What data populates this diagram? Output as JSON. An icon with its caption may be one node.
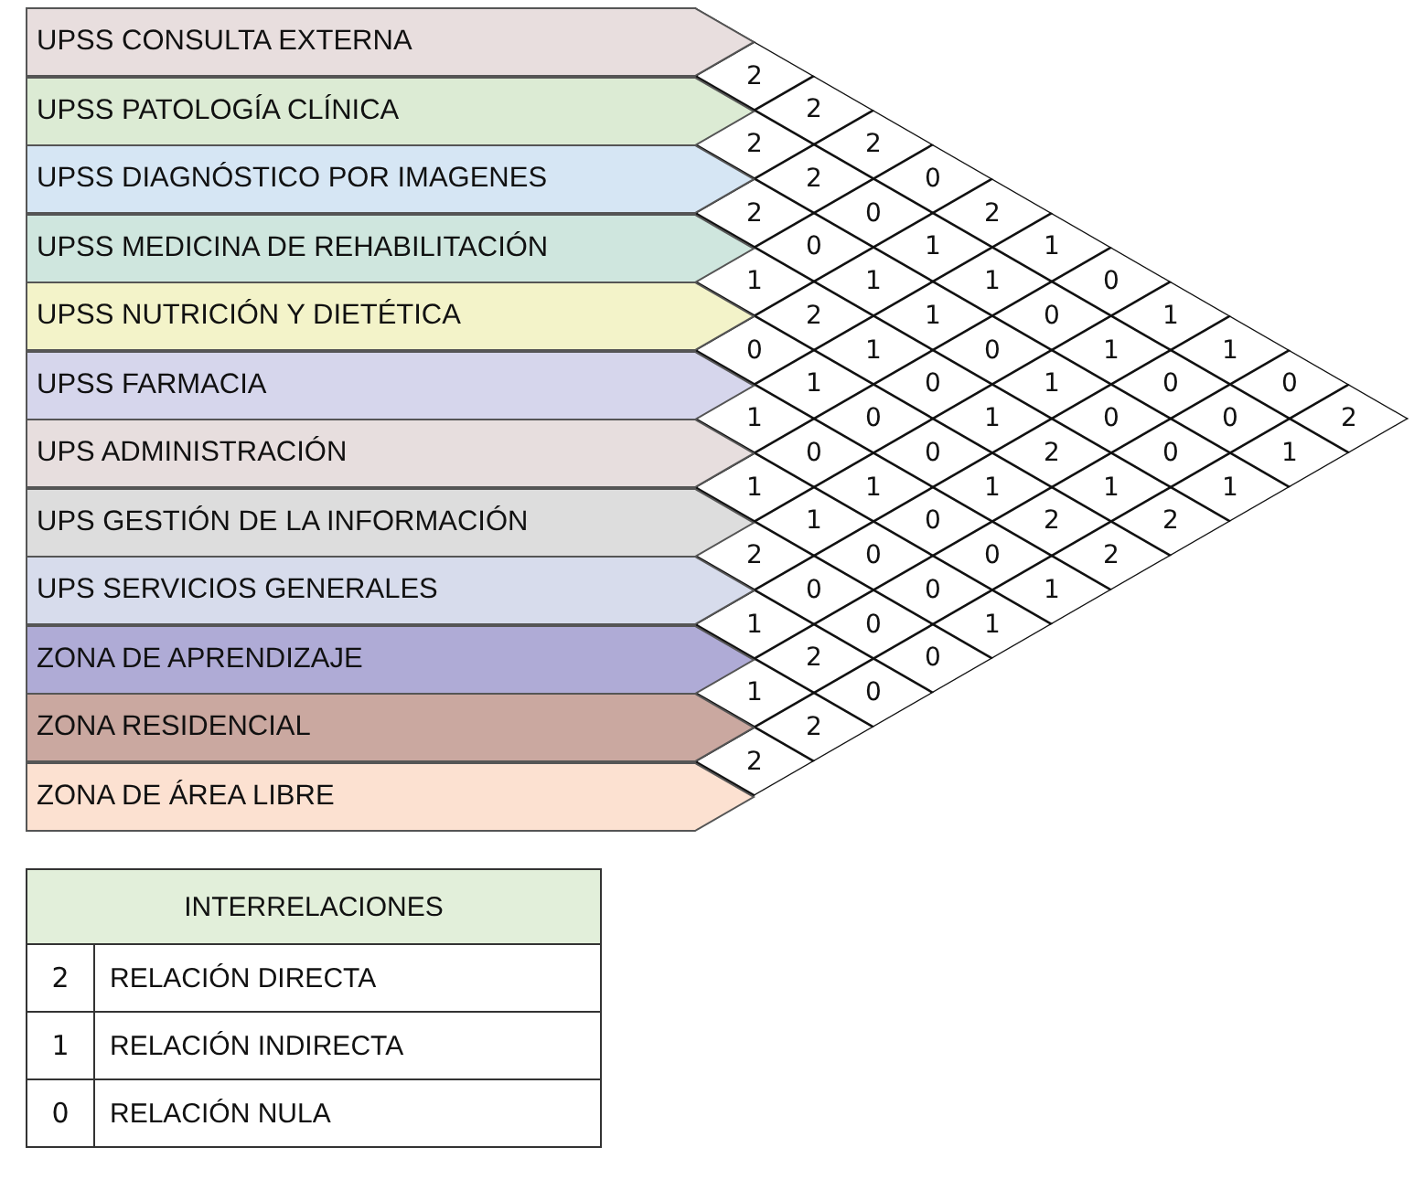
{
  "diagram": {
    "nodes": [
      {
        "text": [
          "UPSS CONSULTA EXTERNA"
        ]
      },
      {
        "text": [
          "UPSS PATOLOGÍA CLÍNICA"
        ]
      },
      {
        "text": [
          "UPSS DIAGNÓSTICO POR IMAGENES"
        ]
      },
      {
        "text": [
          "UPSS MEDICINA DE REHABILITACIÓN"
        ]
      },
      {
        "text": [
          "UPSS NUTRICIÓN Y DIETÉTICA"
        ]
      },
      {
        "text": [
          "UPSS FARMACIA"
        ]
      },
      {
        "text": [
          "UPS ADMINISTRACIÓN"
        ]
      },
      {
        "text": [
          "UPS GESTIÓN DE LA INFORMACIÓN"
        ]
      },
      {
        "text": [
          "UPS SERVICIOS GENERALES"
        ]
      },
      {
        "text": [
          "ZONA DE APRENDIZAJE"
        ]
      },
      {
        "text": [
          "ZONA RESIDENCIAL"
        ]
      },
      {
        "text": [
          "ZONA DE ÁREA LIBRE"
        ]
      }
    ],
    "labels": [
      "2",
      "2",
      "2",
      "2",
      "2",
      "0",
      "2",
      "0",
      "2",
      "0",
      "1",
      "1",
      "1",
      "1",
      "1",
      "0",
      "2",
      "1",
      "0",
      "1",
      "0",
      "1",
      "0",
      "1",
      "1",
      "1",
      "0",
      "1",
      "0",
      "0",
      "1",
      "0",
      "1",
      "0",
      "0",
      "2",
      "0",
      "0",
      "2",
      "0",
      "1",
      "1",
      "1",
      "1",
      "1",
      "1",
      "1",
      "0",
      "2",
      "2",
      "2",
      "0",
      "0",
      "2",
      "0",
      "0",
      "1",
      "1",
      "0",
      "1",
      "2",
      "0",
      "1",
      "0",
      "2",
      "2",
      "INTERRELACIONES",
      "2",
      "RELACIÓN DIRECTA",
      "1",
      "RELACIÓN INDIRECTA",
      "0",
      "RELACIÓN NULA"
    ]
  }
}
